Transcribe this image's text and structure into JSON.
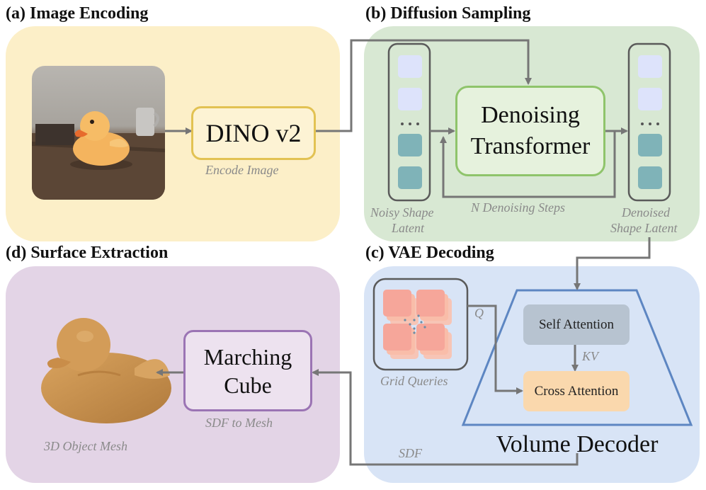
{
  "sections": {
    "a": "(a) Image Encoding",
    "b": "(b) Diffusion Sampling",
    "c": "(c) VAE Decoding",
    "d": "(d) Surface Extraction"
  },
  "blocks": {
    "dino": "DINO v2",
    "denoise_line1": "Denoising",
    "denoise_line2": "Transformer",
    "self_attention": "Self Attention",
    "cross_attention": "Cross Attention",
    "volume_decoder": "Volume Decoder",
    "marching_line1": "Marching",
    "marching_line2": "Cube"
  },
  "captions": {
    "encode_image": "Encode Image",
    "noisy_line1": "Noisy Shape",
    "noisy_line2": "Latent",
    "denoise_steps": "N Denoising Steps",
    "denoised_line1": "Denoised",
    "denoised_line2": "Shape Latent",
    "grid_queries": "Grid Queries",
    "q": "Q",
    "kv": "KV",
    "sdf": "SDF",
    "sdf_to_mesh": "SDF to Mesh",
    "object_mesh": "3D Object Mesh"
  },
  "colors": {
    "panel_a": "#fcefc8",
    "panel_b": "#d8e8d3",
    "panel_c": "#d8e4f6",
    "panel_d": "#e3d4e6",
    "dino_border": "#e2c253",
    "denoise_border": "#8fc46b",
    "marching_border": "#9b74b4",
    "decoder_border": "#5d86c2",
    "arrow": "#767676"
  }
}
